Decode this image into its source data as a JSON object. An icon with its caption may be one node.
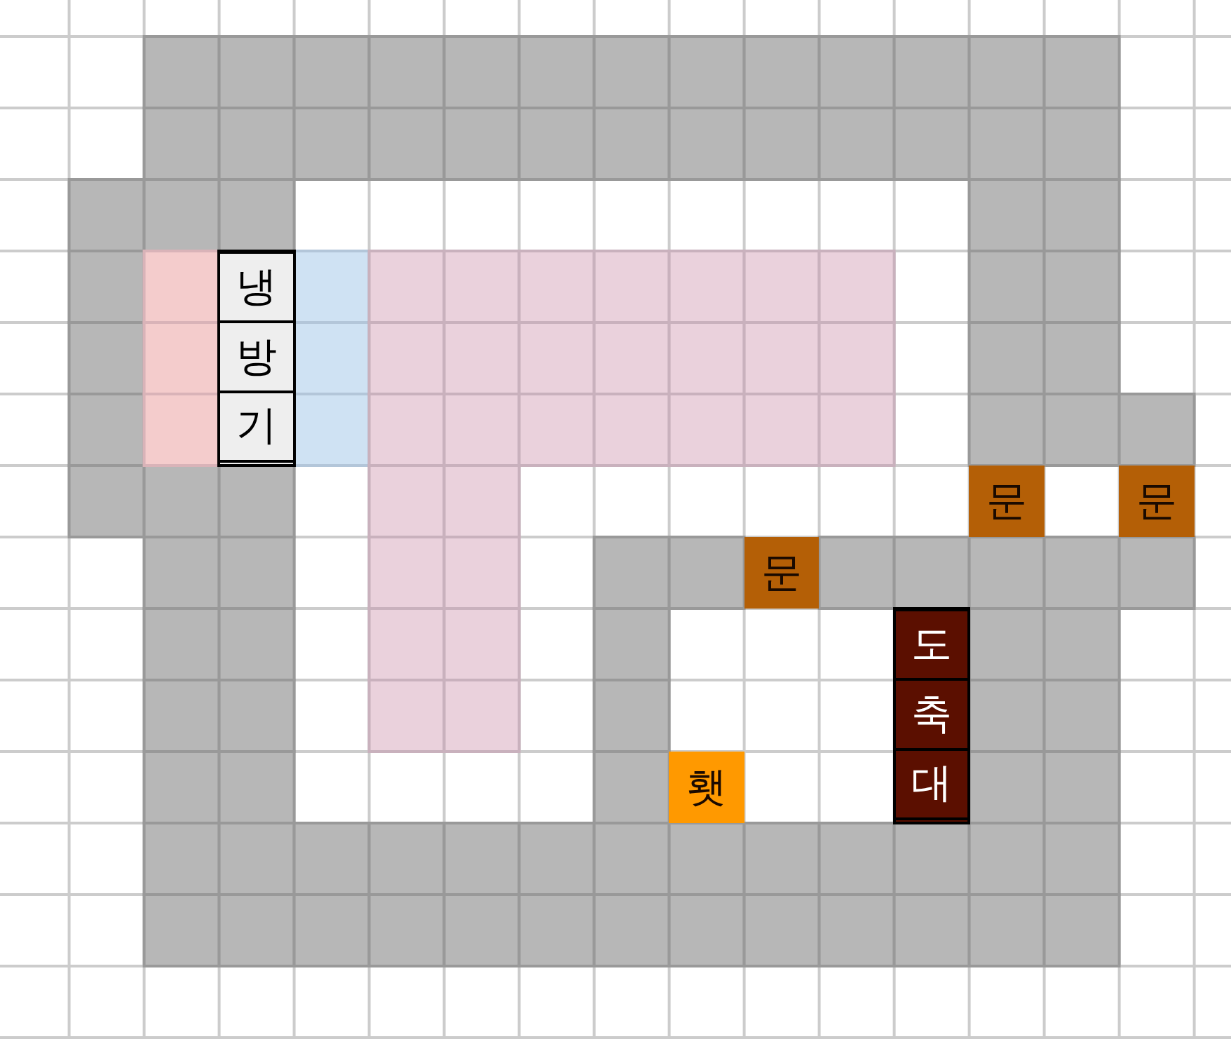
{
  "diagram": {
    "nodes": [
      {
        "text": [
          "냉방기"
        ]
      },
      {
        "text": [
          "문"
        ]
      },
      {
        "text": [
          "문"
        ]
      },
      {
        "text": [
          "문"
        ]
      },
      {
        "text": [
          "도축대"
        ]
      },
      {
        "text": [
          "횃"
        ]
      }
    ]
  }
}
